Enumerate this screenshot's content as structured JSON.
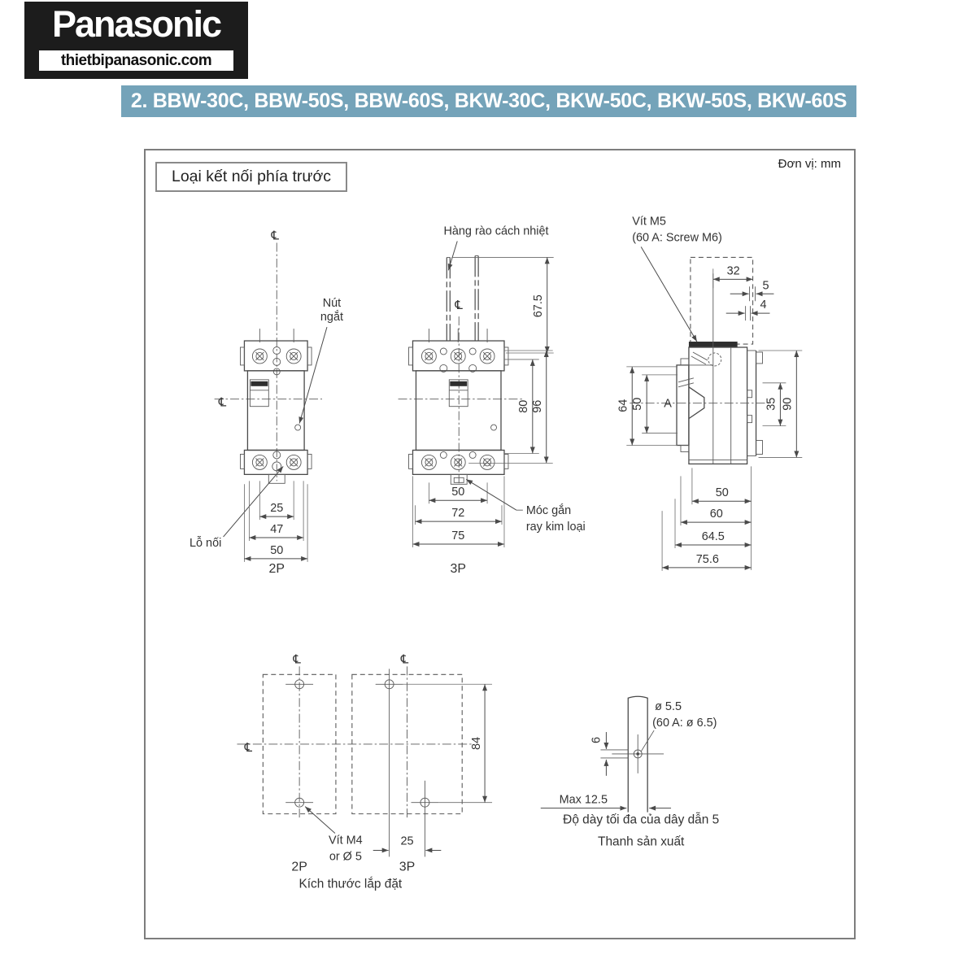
{
  "logo": {
    "brand": "Panasonic",
    "website": "thietbipanasonic.com"
  },
  "title_bar": {
    "text": "2. BBW-30C, BBW-50S, BBW-60S, BKW-30C, BKW-50C, BKW-50S, BKW-60S"
  },
  "colors": {
    "title_bar_bg": "#74a3b9",
    "logo_bg": "#1c1c1c",
    "line": "#4a4a4a"
  },
  "diagram": {
    "frame_label": "Loại kết nối phía trước",
    "unit_label": "Đơn vị: mm",
    "cl": "℄",
    "front2p": {
      "pole": "2P",
      "d25": "25",
      "d47": "47",
      "d50": "50",
      "trip_l1": "Nút",
      "trip_l2": "ngắt",
      "hole_label": "Lỗ nối"
    },
    "front3p": {
      "pole": "3P",
      "d67_5": "67.5",
      "d80": "80",
      "d96": "96",
      "d50": "50",
      "d72": "72",
      "d75": "75",
      "barrier_label": "Hàng rào cách nhiệt",
      "hook_l1": "Móc gắn",
      "hook_l2": "ray kim loại"
    },
    "side": {
      "screw_l1": "Vít M5",
      "screw_l2": "(60 A: Screw M6)",
      "d32": "32",
      "d5": "5",
      "d4": "4",
      "d64": "64",
      "d50": "50",
      "d35": "35",
      "d90": "90",
      "b50": "50",
      "b60": "60",
      "b64_5": "64.5",
      "b75_6": "75.6",
      "point_a": "A"
    },
    "mounting": {
      "caption": "Kích thước lắp đặt",
      "screw_l1": "Vít M4",
      "screw_l2": "or Ø 5",
      "d84": "84",
      "d25": "25",
      "pole2p": "2P",
      "pole3p": "3P"
    },
    "busbar": {
      "hole_l1": "ø 5.5",
      "hole_l2": "(60 A: ø 6.5)",
      "d6": "6",
      "max_label": "Max 12.5",
      "caption1": "Độ dày tối đa của dây dẫn 5",
      "caption2": "Thanh sản xuất"
    }
  }
}
